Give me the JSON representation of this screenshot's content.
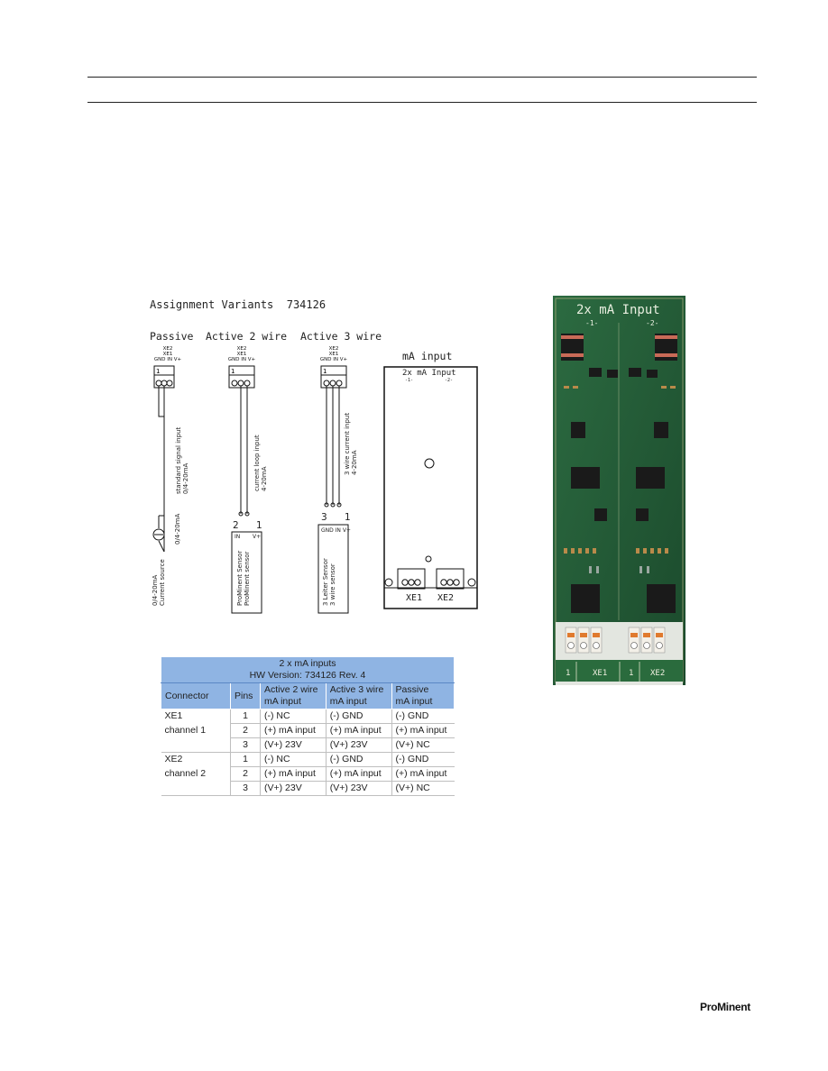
{
  "diagram": {
    "title": "Assignment Variants",
    "part_number": "734126",
    "variants": {
      "passive": "Passive",
      "active2": "Active 2 wire",
      "active3": "Active 3 wire",
      "ma_input": "mA input"
    },
    "terminal": {
      "xe2": "XE2",
      "xe1": "XE1",
      "pins": "GND IN V+",
      "one": "1"
    },
    "passive": {
      "signal_line1": "standard signal input",
      "signal_line2": "0/4-20mA",
      "source_mid": "0/4-20mA",
      "source_line1": "0/4-20mA",
      "source_line2": "Current source"
    },
    "active2": {
      "loop_line1": "current loop input",
      "loop_line2": "4-20mA",
      "pin_left": "2",
      "pin_right": "1",
      "box_pins_left": "IN",
      "box_pins_right": "V+",
      "sensor_line1": "ProMinent Sensor",
      "sensor_line2": "ProMinent sensor"
    },
    "active3": {
      "loop_line1": "3 wire current input",
      "loop_line2": "4-20mA",
      "pin_left": "3",
      "pin_right": "1",
      "box_pins": "GND IN V+",
      "sensor_line1": "3 Leiter Sensor",
      "sensor_line2": "3 wire sensor"
    },
    "board": {
      "title": "2x mA Input",
      "ch1": "-1-",
      "ch2": "-2-",
      "xe1": "XE1",
      "xe2": "XE2"
    }
  },
  "photo": {
    "title": "2x mA Input",
    "ch1": "-1-",
    "ch2": "-2-",
    "pin1a": "1",
    "xe1": "XE1",
    "pin1b": "1",
    "xe2": "XE2"
  },
  "table": {
    "title_line1": "2 x mA inputs",
    "title_line2": "HW Version: 734126 Rev. 4",
    "headers": {
      "connector": "Connector",
      "pins": "Pins",
      "active2_l1": "Active 2 wire",
      "active2_l2": "mA input",
      "active3_l1": "Active 3 wire",
      "active3_l2": "mA input",
      "passive_l1": "Passive",
      "passive_l2": "mA input"
    },
    "rows": [
      {
        "conn": "XE1",
        "pin": "1",
        "a2": "(-) NC",
        "a3": "(-) GND",
        "p": "(-) GND"
      },
      {
        "conn": "channel 1",
        "pin": "2",
        "a2": "(+) mA input",
        "a3": "(+) mA input",
        "p": "(+) mA input"
      },
      {
        "conn": "",
        "pin": "3",
        "a2": "(V+) 23V",
        "a3": "(V+) 23V",
        "p": "(V+) NC"
      },
      {
        "conn": "XE2",
        "pin": "1",
        "a2": "(-) NC",
        "a3": "(-) GND",
        "p": "(-) GND"
      },
      {
        "conn": "channel 2",
        "pin": "2",
        "a2": "(+) mA input",
        "a3": "(+) mA input",
        "p": "(+) mA input"
      },
      {
        "conn": "",
        "pin": "3",
        "a2": "(V+) 23V",
        "a3": "(V+) 23V",
        "p": "(V+) NC"
      }
    ]
  },
  "footer": {
    "logo": "ProMinent"
  }
}
